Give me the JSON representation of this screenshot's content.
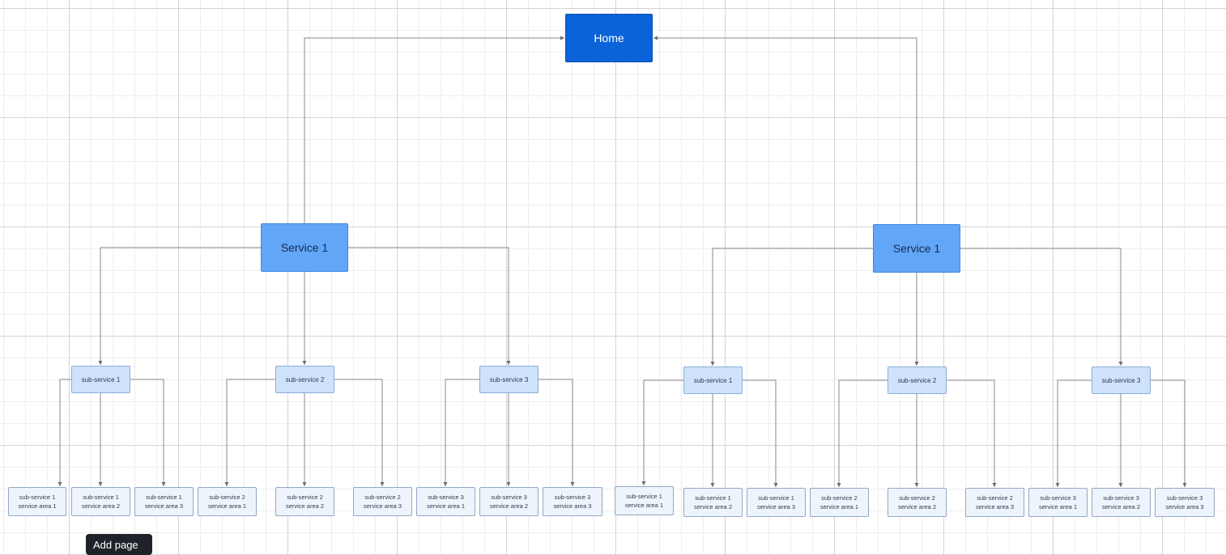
{
  "home": {
    "label": "Home"
  },
  "branches": [
    {
      "service": "Service 1",
      "subs": [
        {
          "label": "sub-service 1",
          "leaves": [
            "sub-service 1\nservice area 1",
            "sub-service 1\nservice area 2",
            "sub-service 1\nservice area 3"
          ]
        },
        {
          "label": "sub-service 2",
          "leaves": [
            "sub-service 2\nservice area 1",
            "sub-service 2\nservice area 2",
            "sub-service 2\nservice area 3"
          ]
        },
        {
          "label": "sub-service 3",
          "leaves": [
            "sub-service 3\nservice area 1",
            "sub-service 3\nservice area 2",
            "sub-service 3\nservice area 3"
          ]
        }
      ]
    },
    {
      "service": "Service 1",
      "subs": [
        {
          "label": "sub-service 1",
          "leaves": [
            "sub-service 1\nservice area 1",
            "sub-service 1\nservice area 2",
            "sub-service 1\nservice area 3"
          ]
        },
        {
          "label": "sub-service 2",
          "leaves": [
            "sub-service 2\nservice area 1",
            "sub-service 2\nservice area 2",
            "sub-service 2\nservice area 3"
          ]
        },
        {
          "label": "sub-service 3",
          "leaves": [
            "sub-service 3\nservice area 1",
            "sub-service 3\nservice area 2",
            "sub-service 3\nservice area 3"
          ]
        }
      ]
    }
  ],
  "tooltip": {
    "text": "Add page"
  },
  "colors": {
    "home_fill": "#0b63d9",
    "service_fill": "#62a6f7",
    "sub_fill": "#cfe2fb",
    "leaf_fill": "#eef4fb",
    "connector": "#8a8a8a"
  }
}
